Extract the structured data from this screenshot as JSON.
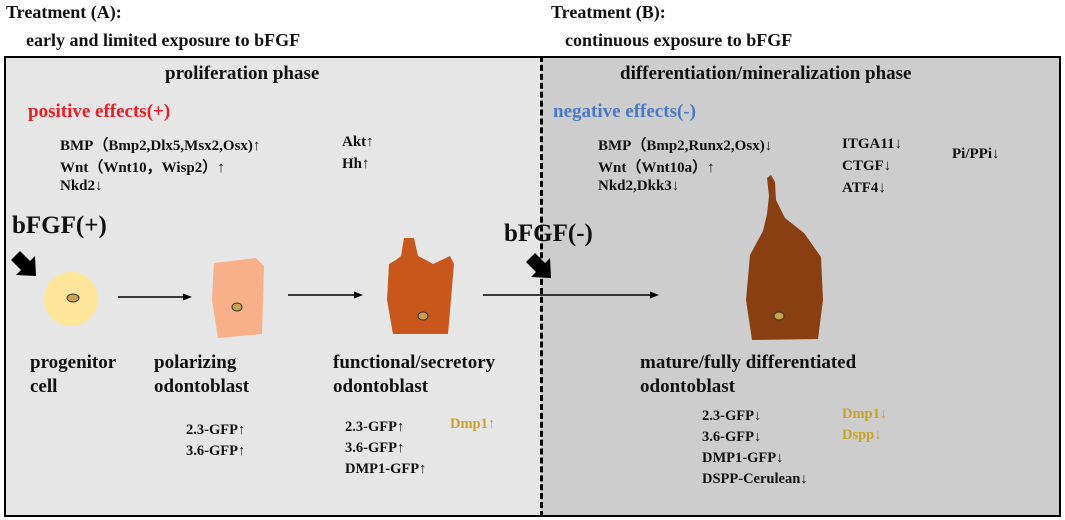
{
  "treatment_a": {
    "title": "Treatment (A):",
    "subtitle": "early and limited exposure to bFGF"
  },
  "treatment_b": {
    "title": "Treatment (B):",
    "subtitle": "continuous exposure to bFGF"
  },
  "phases": {
    "a": "proliferation phase",
    "b": "differentiation/mineralization phase"
  },
  "effects": {
    "positive": {
      "label": "positive effects(+)",
      "color": "#ee1c24"
    },
    "negative": {
      "label": "negative effects(-)",
      "color": "#4a78c8"
    }
  },
  "markers_a": {
    "col1": [
      "BMP（Bmp2,Dlx5,Msx2,Osx)↑",
      "Wnt（Wnt10，Wisp2）↑",
      "Nkd2↓"
    ],
    "col2": [
      "Akt↑",
      "Hh↑"
    ]
  },
  "markers_b": {
    "col1": [
      "BMP（Bmp2,Runx2,Osx)↓",
      "Wnt（Wnt10a）↑",
      "Nkd2,Dkk3↓"
    ],
    "col2": [
      "ITGA11↓",
      "CTGF↓",
      "ATF4↓"
    ],
    "col3": [
      "Pi/PPi↓"
    ]
  },
  "bfgf": {
    "plus": "bFGF(+)",
    "minus": "bFGF(-)"
  },
  "cells": {
    "progenitor": {
      "label": [
        "progenitor",
        "cell"
      ],
      "color": "#fde59a"
    },
    "polarizing": {
      "label": [
        "polarizing",
        "odontoblast"
      ],
      "color": "#f7b088",
      "genes": [
        "2.3-GFP↑",
        "3.6-GFP↑"
      ]
    },
    "secretory": {
      "label": [
        "functional/secretory",
        "odontoblast"
      ],
      "color": "#c9561a",
      "genes": [
        "2.3-GFP↑",
        "3.6-GFP↑",
        "DMP1-GFP↑"
      ],
      "gold_genes": [
        "Dmp1↑"
      ]
    },
    "mature": {
      "label": [
        "mature/fully differentiated",
        "odontoblast"
      ],
      "color": "#8a3f12",
      "genes": [
        "2.3-GFP↓",
        "3.6-GFP↓",
        "DMP1-GFP↓",
        "DSPP-Cerulean↓"
      ],
      "gold_genes": [
        "Dmp1↓",
        "Dspp↓"
      ]
    }
  },
  "colors": {
    "gold": "#c9a227",
    "nucleus": "#c9a24a"
  }
}
